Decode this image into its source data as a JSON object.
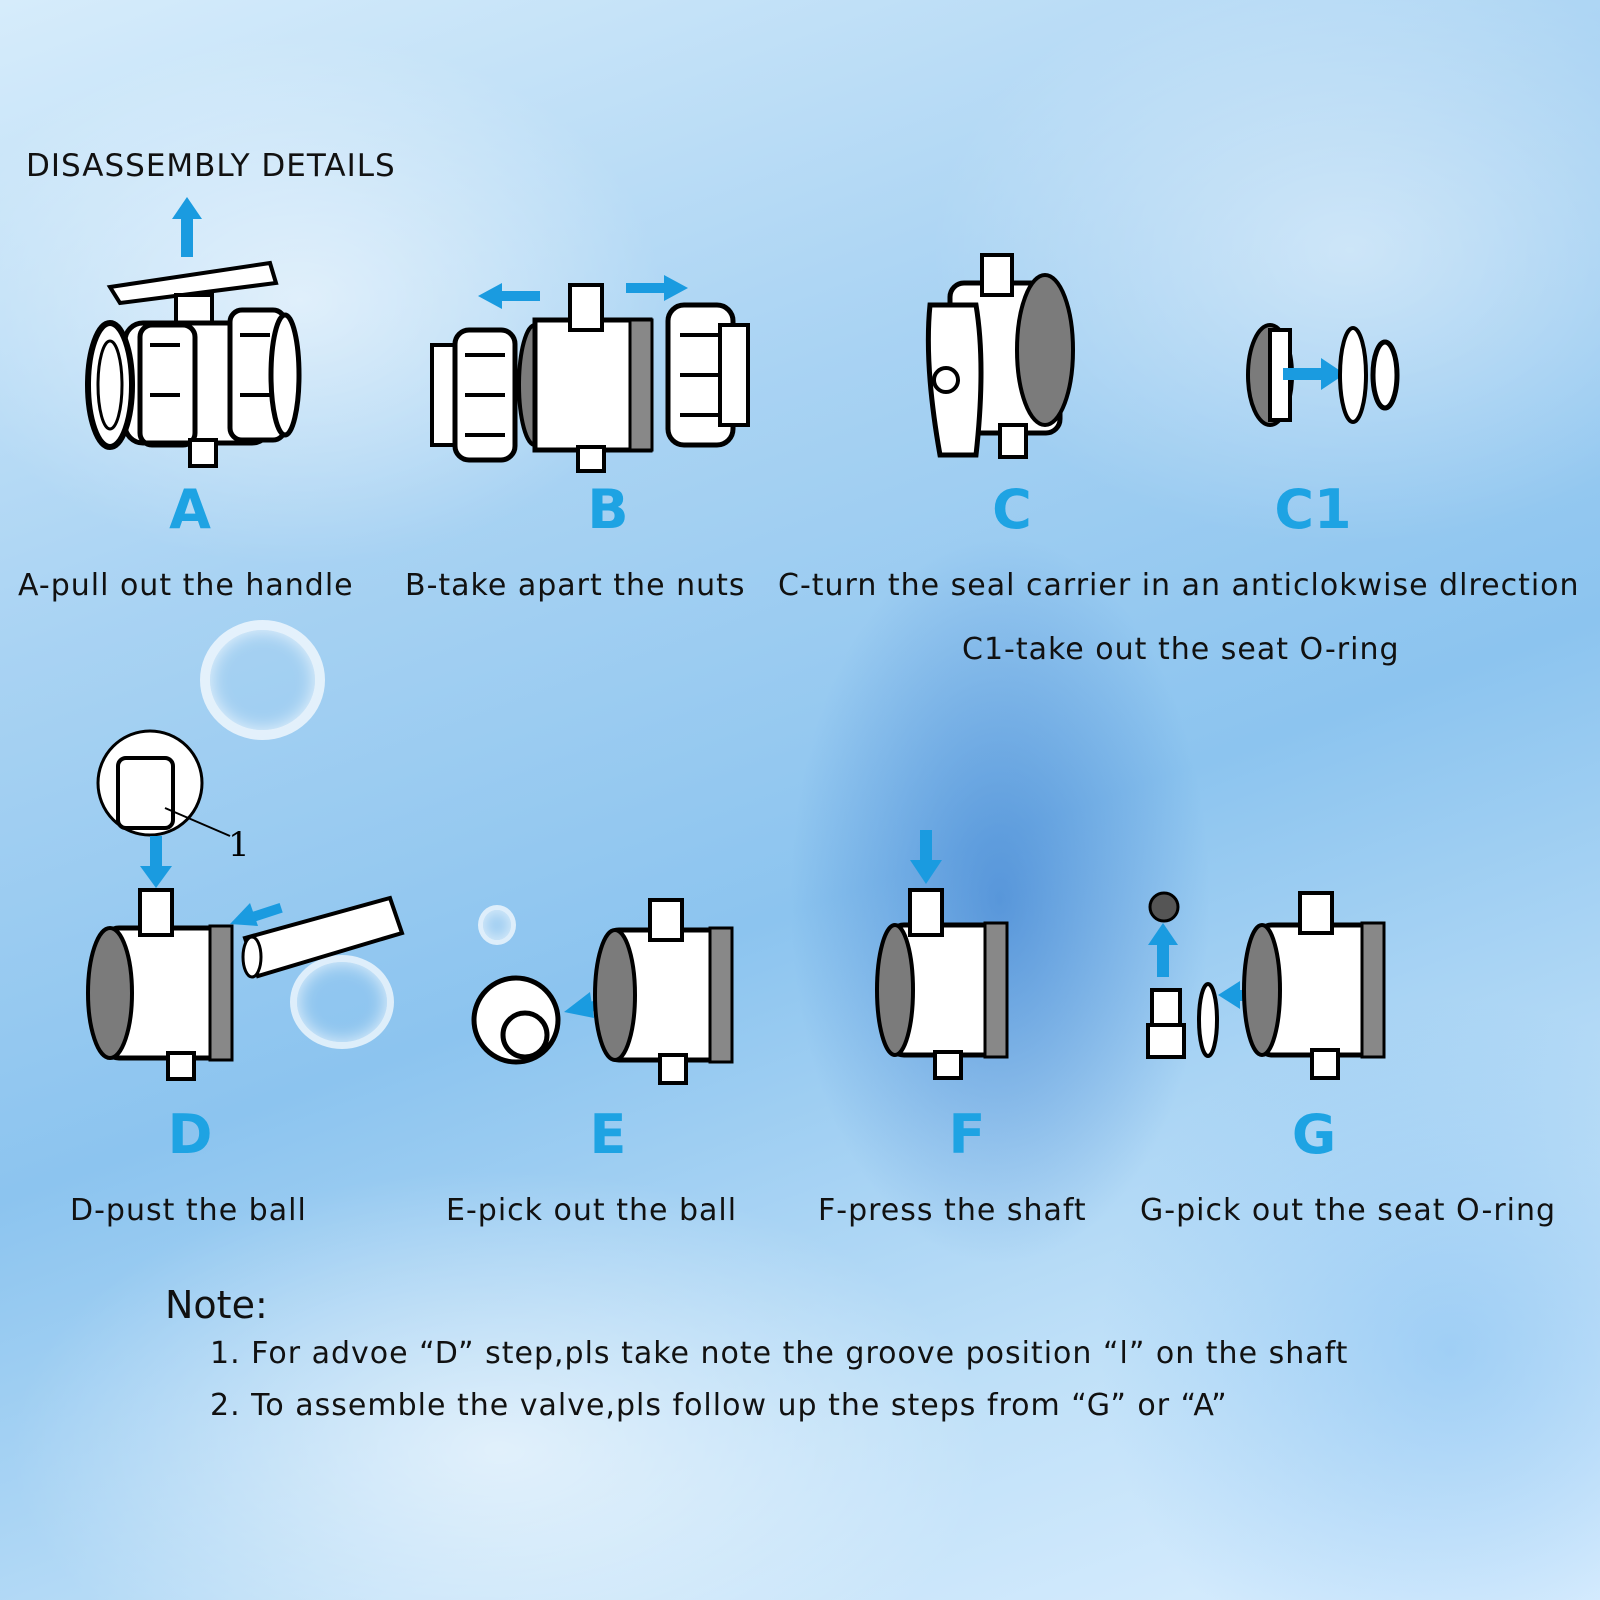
{
  "heading": "DISASSEMBLY DETAILS",
  "steps_top": [
    {
      "letter": "A",
      "caption": "A-pull out the handle"
    },
    {
      "letter": "B",
      "caption": "B-take apart the nuts"
    },
    {
      "letter": "C",
      "caption": "C-turn the seal carrier in an anticlokwise dlrection"
    },
    {
      "letter": "C1",
      "caption": "C1-take out the seat O-ring"
    }
  ],
  "steps_bottom": [
    {
      "letter": "D",
      "caption": "D-pust the ball"
    },
    {
      "letter": "E",
      "caption": "E-pick out the ball"
    },
    {
      "letter": "F",
      "caption": "F-press the shaft"
    },
    {
      "letter": "G",
      "caption": "G-pick out the seat O-ring"
    }
  ],
  "callout_number": "1",
  "note": {
    "title": "Note:",
    "lines": [
      "1. For advoe “D” step,pls take note the groove position “l” on the shaft",
      "2. To assemble the valve,pls follow up the steps from “G” or “A”"
    ]
  },
  "colors": {
    "accent": "#1ea3e3",
    "text": "#111111",
    "arrow": "#1a9be0"
  }
}
